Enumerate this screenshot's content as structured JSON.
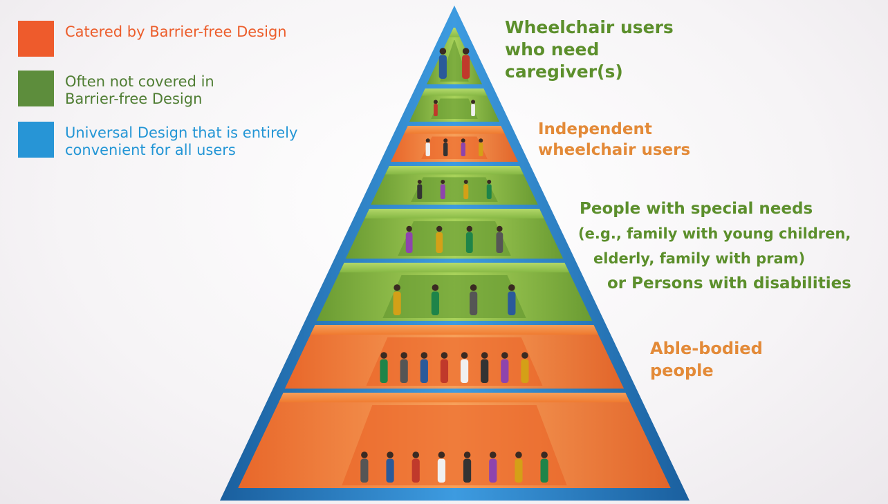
{
  "legend": [
    {
      "label": "Catered by Barrier-free Design",
      "color": "#ee5b2c"
    },
    {
      "label": "Often not covered in\nBarrier-free Design",
      "color": "#5d8d3c"
    },
    {
      "label": "Universal Design that is entirely\nconvenient for all users",
      "color": "#2795d6"
    }
  ],
  "labels": {
    "wheelchair_caregiver": [
      "Wheelchair users",
      "who need",
      "caregiver(s)"
    ],
    "independent_wheelchair": [
      "Independent",
      "wheelchair users"
    ],
    "special_needs": [
      "People with special needs",
      "(e.g., family with young children,",
      "elderly, family with pram)",
      "or Persons with disabilities"
    ],
    "able_bodied": [
      "Able-bodied",
      "people"
    ]
  },
  "colors": {
    "orange_tier": "#f07a2e",
    "green_tier": "#7fb23c",
    "blue_frame": "#1f6fb5",
    "label_green": "#5c8f2c",
    "label_orange": "#e38a38"
  },
  "tiers": [
    {
      "category": "green",
      "group": "wheelchair users who need caregiver(s)"
    },
    {
      "category": "green",
      "group": "wheelchair users who need caregiver(s)"
    },
    {
      "category": "orange",
      "group": "independent wheelchair users"
    },
    {
      "category": "green",
      "group": "people with special needs or persons with disabilities"
    },
    {
      "category": "green",
      "group": "people with special needs or persons with disabilities"
    },
    {
      "category": "green",
      "group": "people with special needs or persons with disabilities"
    },
    {
      "category": "orange",
      "group": "able-bodied people"
    },
    {
      "category": "orange",
      "group": "able-bodied people"
    }
  ]
}
